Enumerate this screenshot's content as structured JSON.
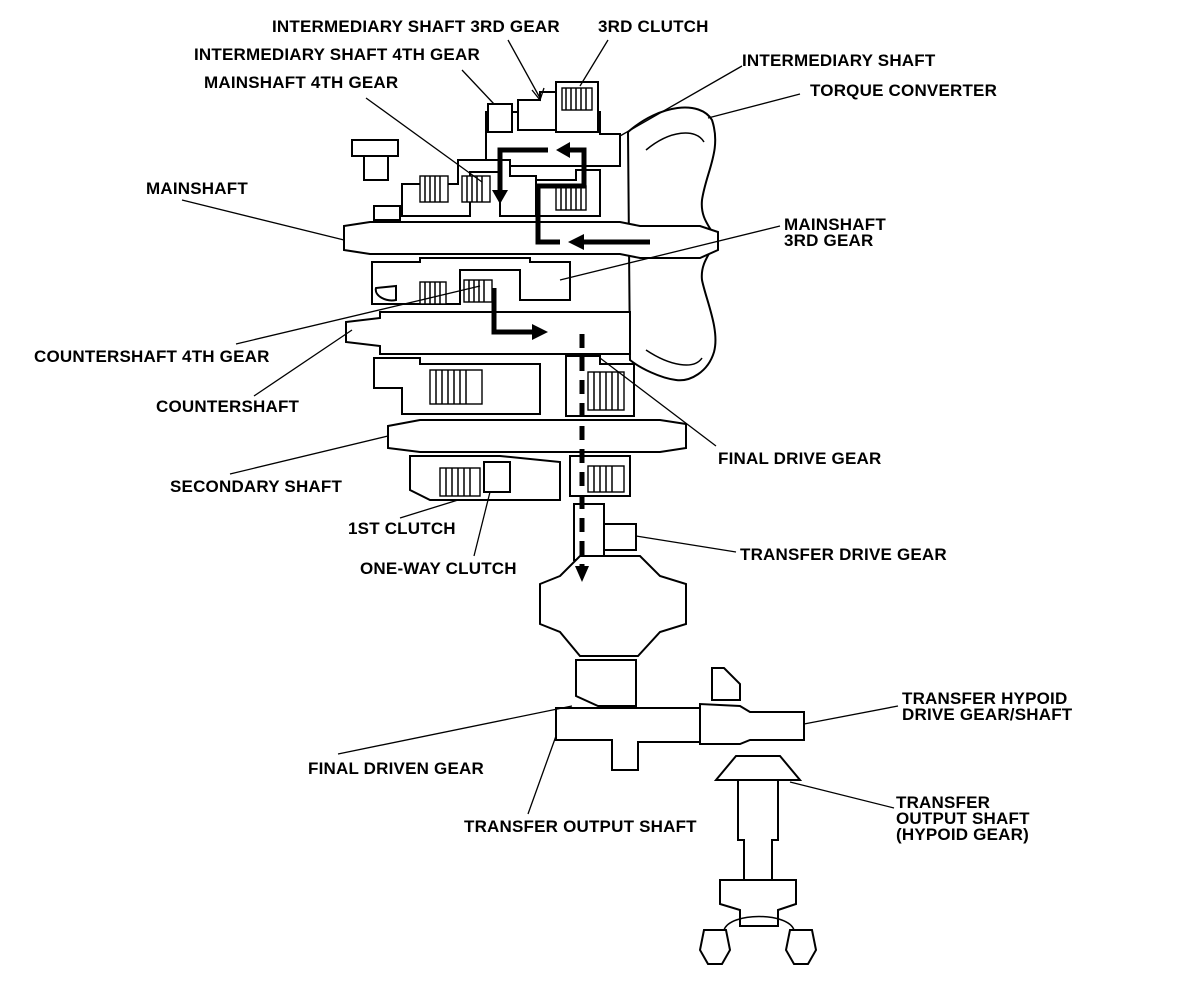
{
  "labels": {
    "intermediary_shaft_3rd_gear": "INTERMEDIARY SHAFT 3RD GEAR",
    "third_clutch": "3RD CLUTCH",
    "intermediary_shaft_4th_gear": "INTERMEDIARY SHAFT 4TH GEAR",
    "intermediary_shaft": "INTERMEDIARY SHAFT",
    "mainshaft_4th_gear": "MAINSHAFT 4TH GEAR",
    "torque_converter": "TORQUE CONVERTER",
    "mainshaft": "MAINSHAFT",
    "mainshaft_3rd_gear_line1": "MAINSHAFT",
    "mainshaft_3rd_gear_line2": "3RD GEAR",
    "countershaft_4th_gear": "COUNTERSHAFT 4TH GEAR",
    "countershaft": "COUNTERSHAFT",
    "final_drive_gear": "FINAL DRIVE GEAR",
    "secondary_shaft": "SECONDARY SHAFT",
    "first_clutch": "1ST CLUTCH",
    "one_way_clutch": "ONE-WAY CLUTCH",
    "transfer_drive_gear": "TRANSFER DRIVE GEAR",
    "transfer_hypoid_line1": "TRANSFER HYPOID",
    "transfer_hypoid_line2": "DRIVE GEAR/SHAFT",
    "final_driven_gear": "FINAL DRIVEN GEAR",
    "transfer_output_shaft": "TRANSFER OUTPUT SHAFT",
    "transfer_output_hypoid_line1": "TRANSFER",
    "transfer_output_hypoid_line2": "OUTPUT SHAFT",
    "transfer_output_hypoid_line3": "(HYPOID GEAR)"
  },
  "colors": {
    "ink": "#000000",
    "paper": "#ffffff"
  }
}
